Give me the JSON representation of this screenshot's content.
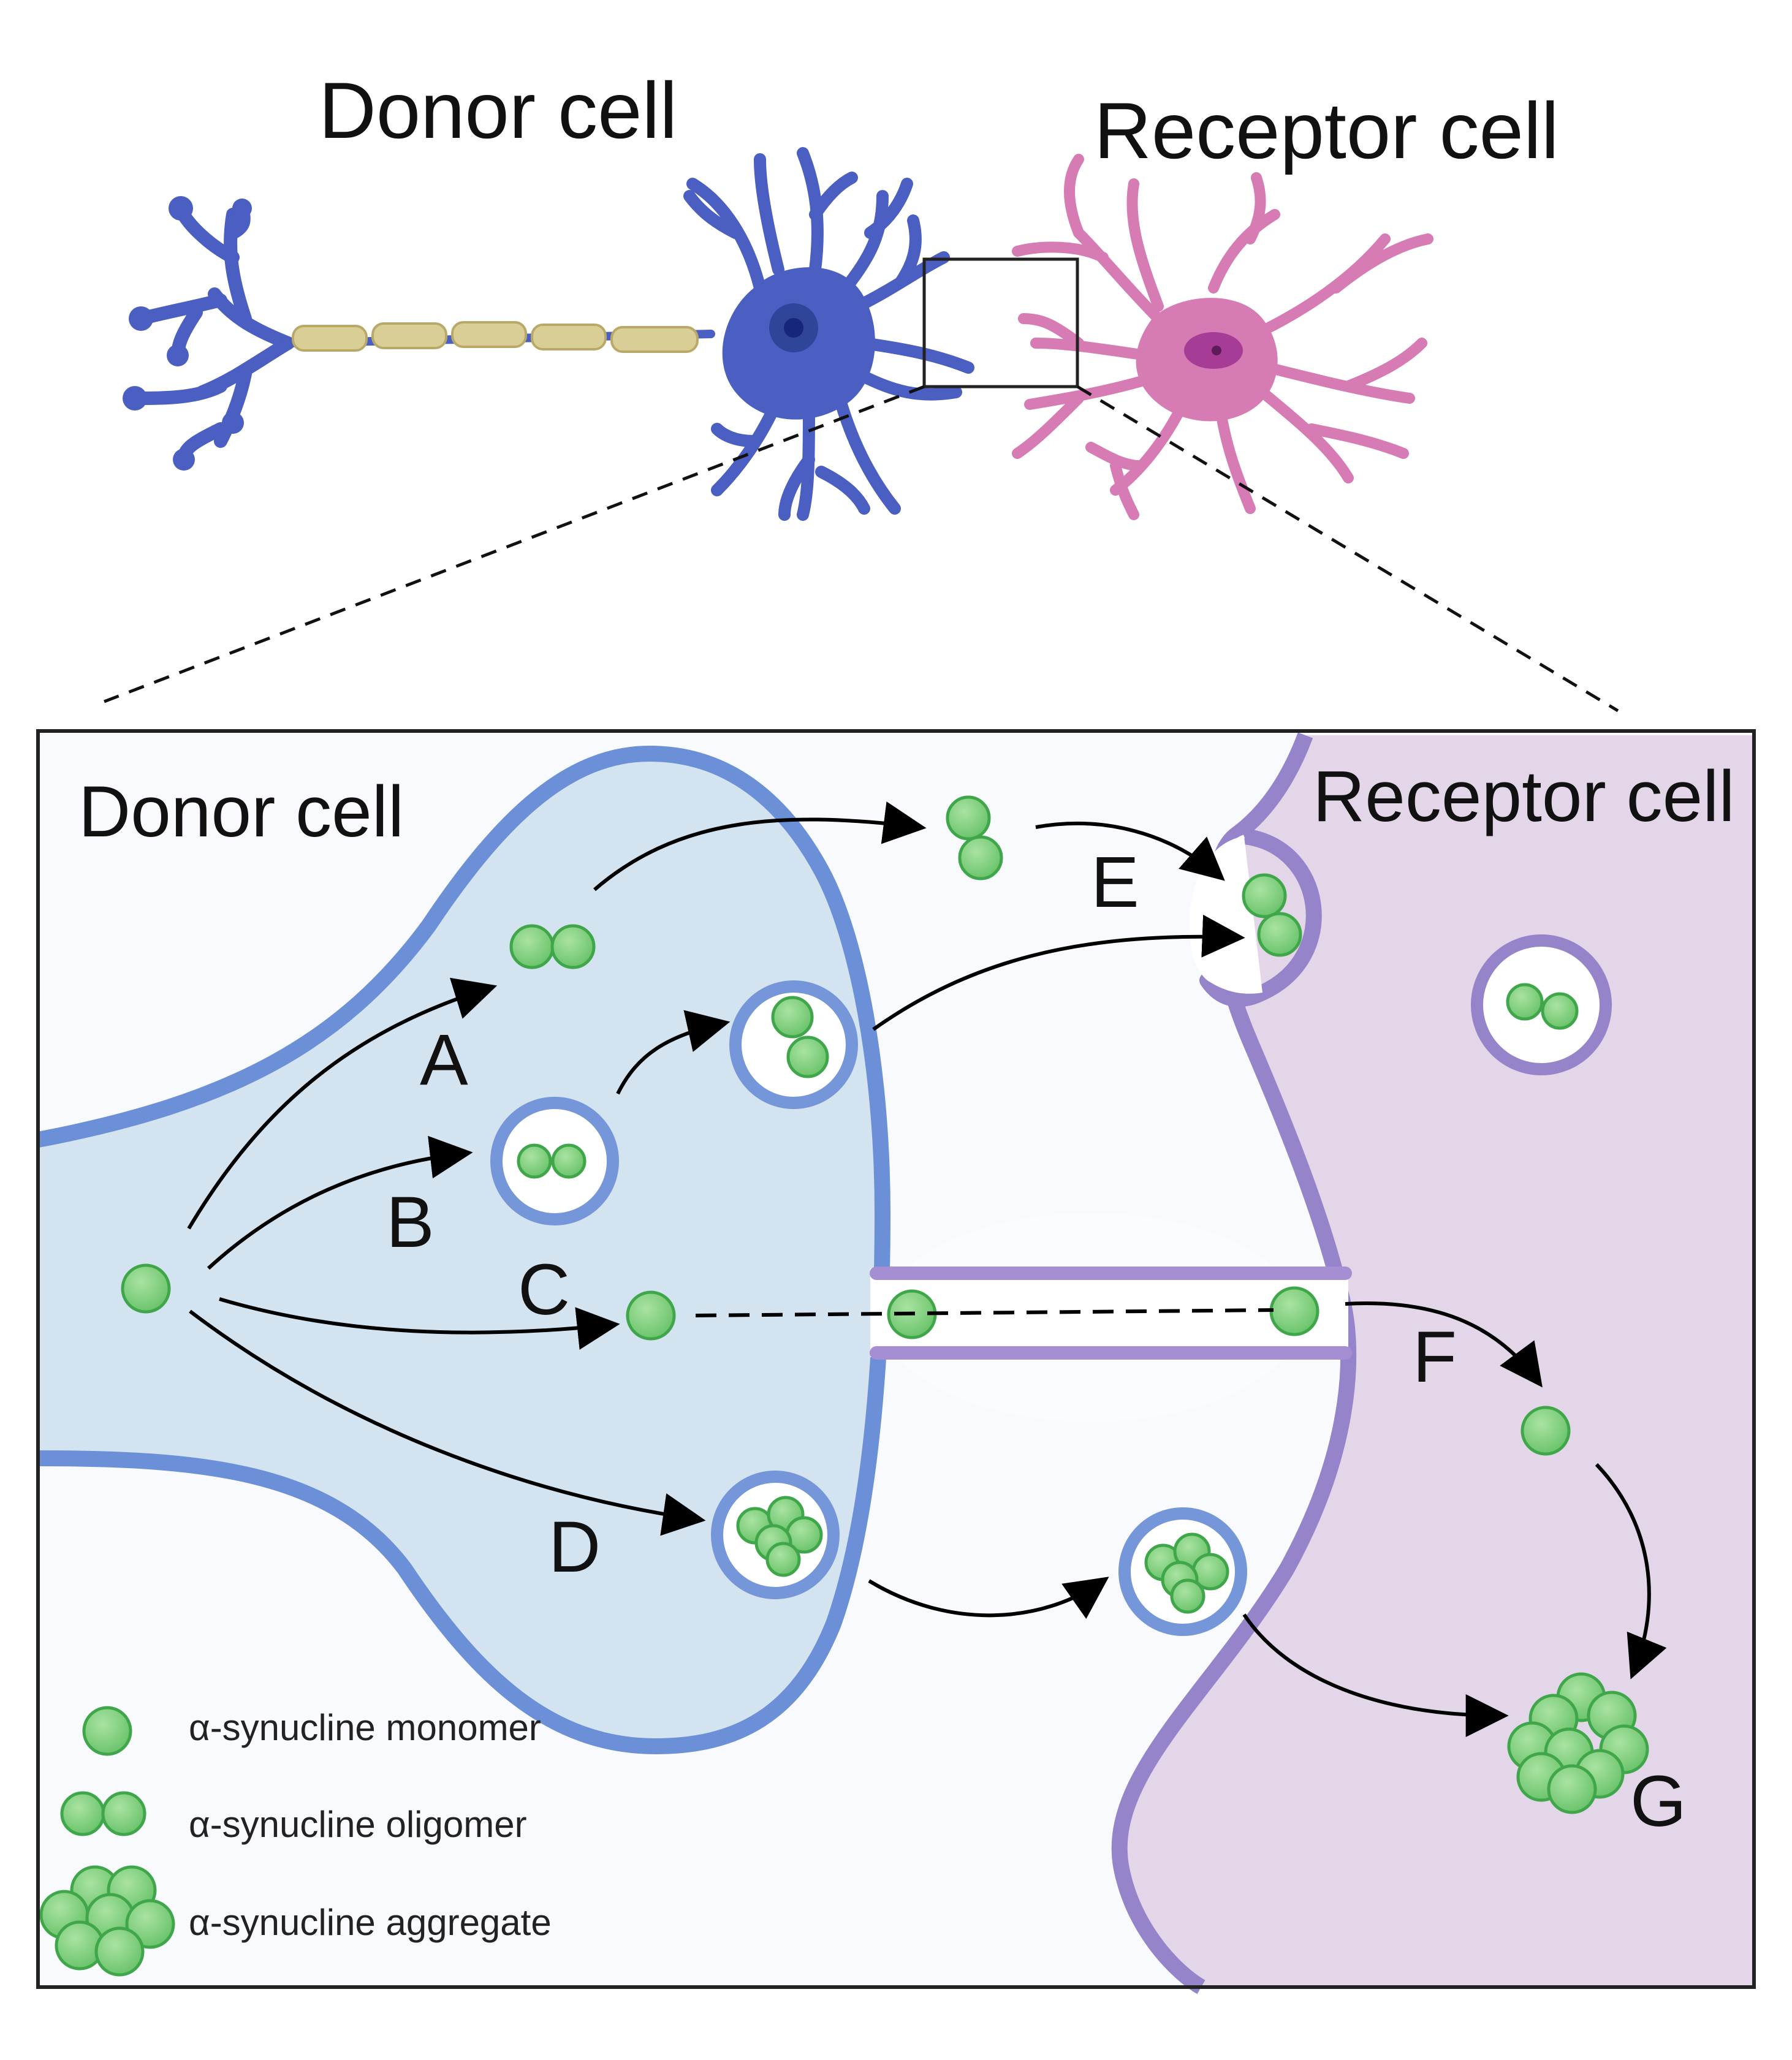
{
  "top": {
    "donor_title": "Donor cell",
    "receptor_title": "Receptor cell"
  },
  "detail": {
    "donor_title": "Donor cell",
    "receptor_title": "Receptor cell"
  },
  "steps": {
    "A": "A",
    "B": "B",
    "C": "C",
    "D": "D",
    "E": "E",
    "F": "F",
    "G": "G"
  },
  "legend": {
    "monomer": "α-synucline monomer",
    "oligomer": "α-synucline oligomer",
    "aggregate": "α-synucline aggregate"
  },
  "colors": {
    "donor_neuron": "#4a5fc1",
    "receptor_neuron": "#d77bb4",
    "donor_cytoplasm": "#d3e4f0",
    "donor_membrane": "#6b90d8",
    "receptor_cytoplasm": "#e3d6e8",
    "receptor_membrane": "#9584c9",
    "synuclein": "#7fd17f",
    "synuclein_outline": "#3fa64a",
    "myelin": "#d9cf96"
  }
}
